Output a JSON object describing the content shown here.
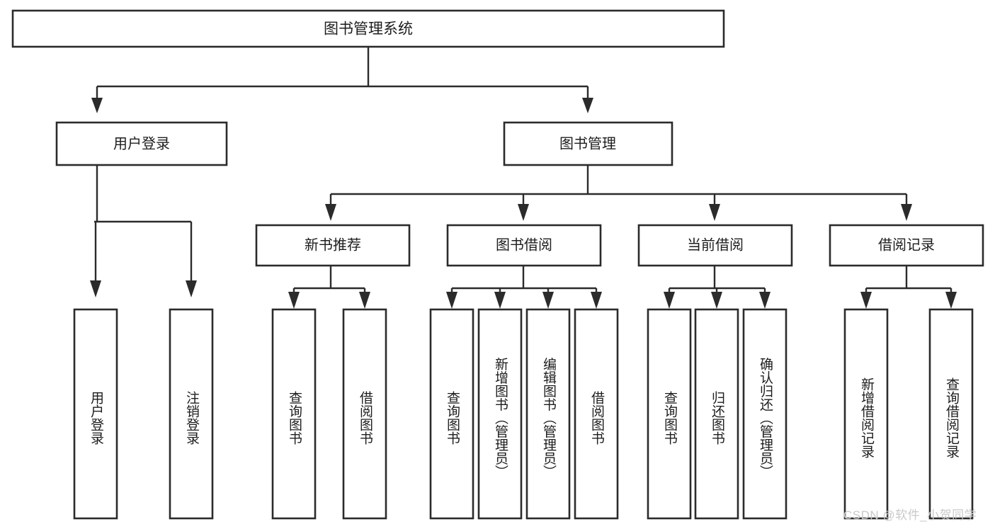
{
  "diagram": {
    "title": "图书管理系统",
    "type": "tree-hierarchy-diagram",
    "colors": {
      "box_stroke": "#2b2b2b",
      "box_fill": "#ffffff",
      "connector": "#2b2b2b",
      "text": "#1d1d1d",
      "background": "#ffffff",
      "watermark": "#c9c9c9"
    },
    "root": {
      "label": "图书管理系统"
    },
    "level1": [
      {
        "label": "用户登录"
      },
      {
        "label": "图书管理"
      }
    ],
    "level2": [
      {
        "label": "新书推荐"
      },
      {
        "label": "图书借阅"
      },
      {
        "label": "当前借阅"
      },
      {
        "label": "借阅记录"
      }
    ],
    "leaves": {
      "user_login": [
        {
          "label": "用户登录"
        },
        {
          "label": "注销登录"
        }
      ],
      "new_book_recommend": [
        {
          "label": "查询图书"
        },
        {
          "label": "借阅图书"
        }
      ],
      "book_borrow": [
        {
          "label": "查询图书"
        },
        {
          "label": "新增图书（管理员）"
        },
        {
          "label": "编辑图书（管理员）"
        },
        {
          "label": "借阅图书"
        }
      ],
      "current_borrow": [
        {
          "label": "查询图书"
        },
        {
          "label": "归还图书"
        },
        {
          "label": "确认归还（管理员）"
        }
      ],
      "borrow_record": [
        {
          "label": "新增借阅记录"
        },
        {
          "label": "查询借阅记录"
        }
      ]
    }
  },
  "watermark": {
    "text": "CSDN @软件_小贺同学"
  }
}
